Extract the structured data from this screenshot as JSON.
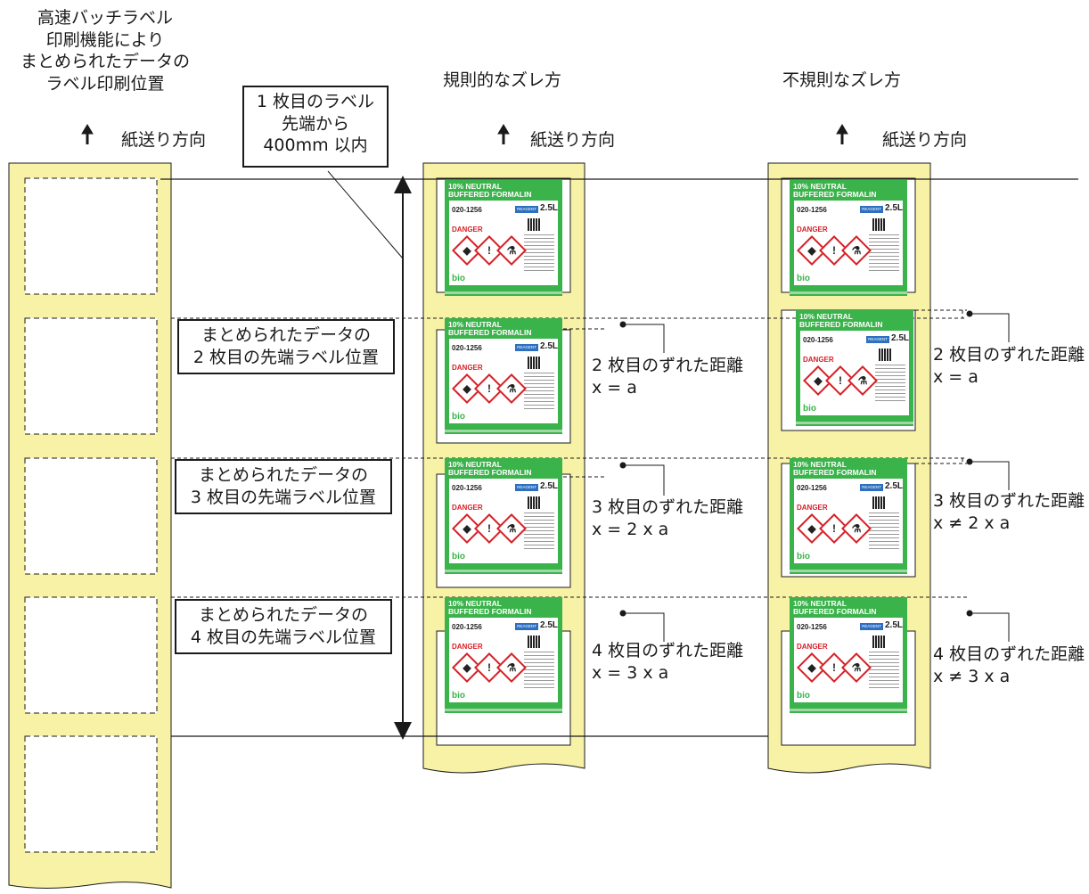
{
  "col1": {
    "title_lines": [
      "高速バッチラベル",
      "印刷機能により",
      "まとめられたデータの",
      "ラベル印刷位置"
    ],
    "feed": "紙送り方向"
  },
  "col2": {
    "title": "規則的なズレ方",
    "feed": "紙送り方向"
  },
  "col3": {
    "title": "不規則なズレ方",
    "feed": "紙送り方向"
  },
  "limit_box": [
    "1 枚目のラベル",
    "先端から",
    "400mm 以内"
  ],
  "pos_boxes": [
    [
      "まとめられたデータの",
      "2 枚目の先端ラベル位置"
    ],
    [
      "まとめられたデータの",
      "3 枚目の先端ラベル位置"
    ],
    [
      "まとめられたデータの",
      "4 枚目の先端ラベル位置"
    ]
  ],
  "regular_notes": [
    {
      "title": "2 枚目のずれた距離",
      "formula": "x = a"
    },
    {
      "title": "3 枚目のずれた距離",
      "formula": "x = 2 x a"
    },
    {
      "title": "4 枚目のずれた距離",
      "formula": "x = 3 x a"
    }
  ],
  "irregular_notes": [
    {
      "title": "2 枚目のずれた距離",
      "formula": "x = a"
    },
    {
      "title": "3 枚目のずれた距離",
      "formula": "x ≠ 2 x a"
    },
    {
      "title": "4 枚目のずれた距離",
      "formula": "x ≠ 3 x a"
    }
  ],
  "label": {
    "header_1": "10% NEUTRAL",
    "header_2": "BUFFERED FORMALIN",
    "code": "020-1256",
    "tag": "REAGENT",
    "volume": "2.5L",
    "danger": "DANGER",
    "brand": "bio",
    "pictograms": [
      "◆",
      "!",
      "⚗"
    ]
  },
  "colors": {
    "paper": "#f8f2a6",
    "label_green": "#3ab34a",
    "line": "#1a1a1a"
  }
}
